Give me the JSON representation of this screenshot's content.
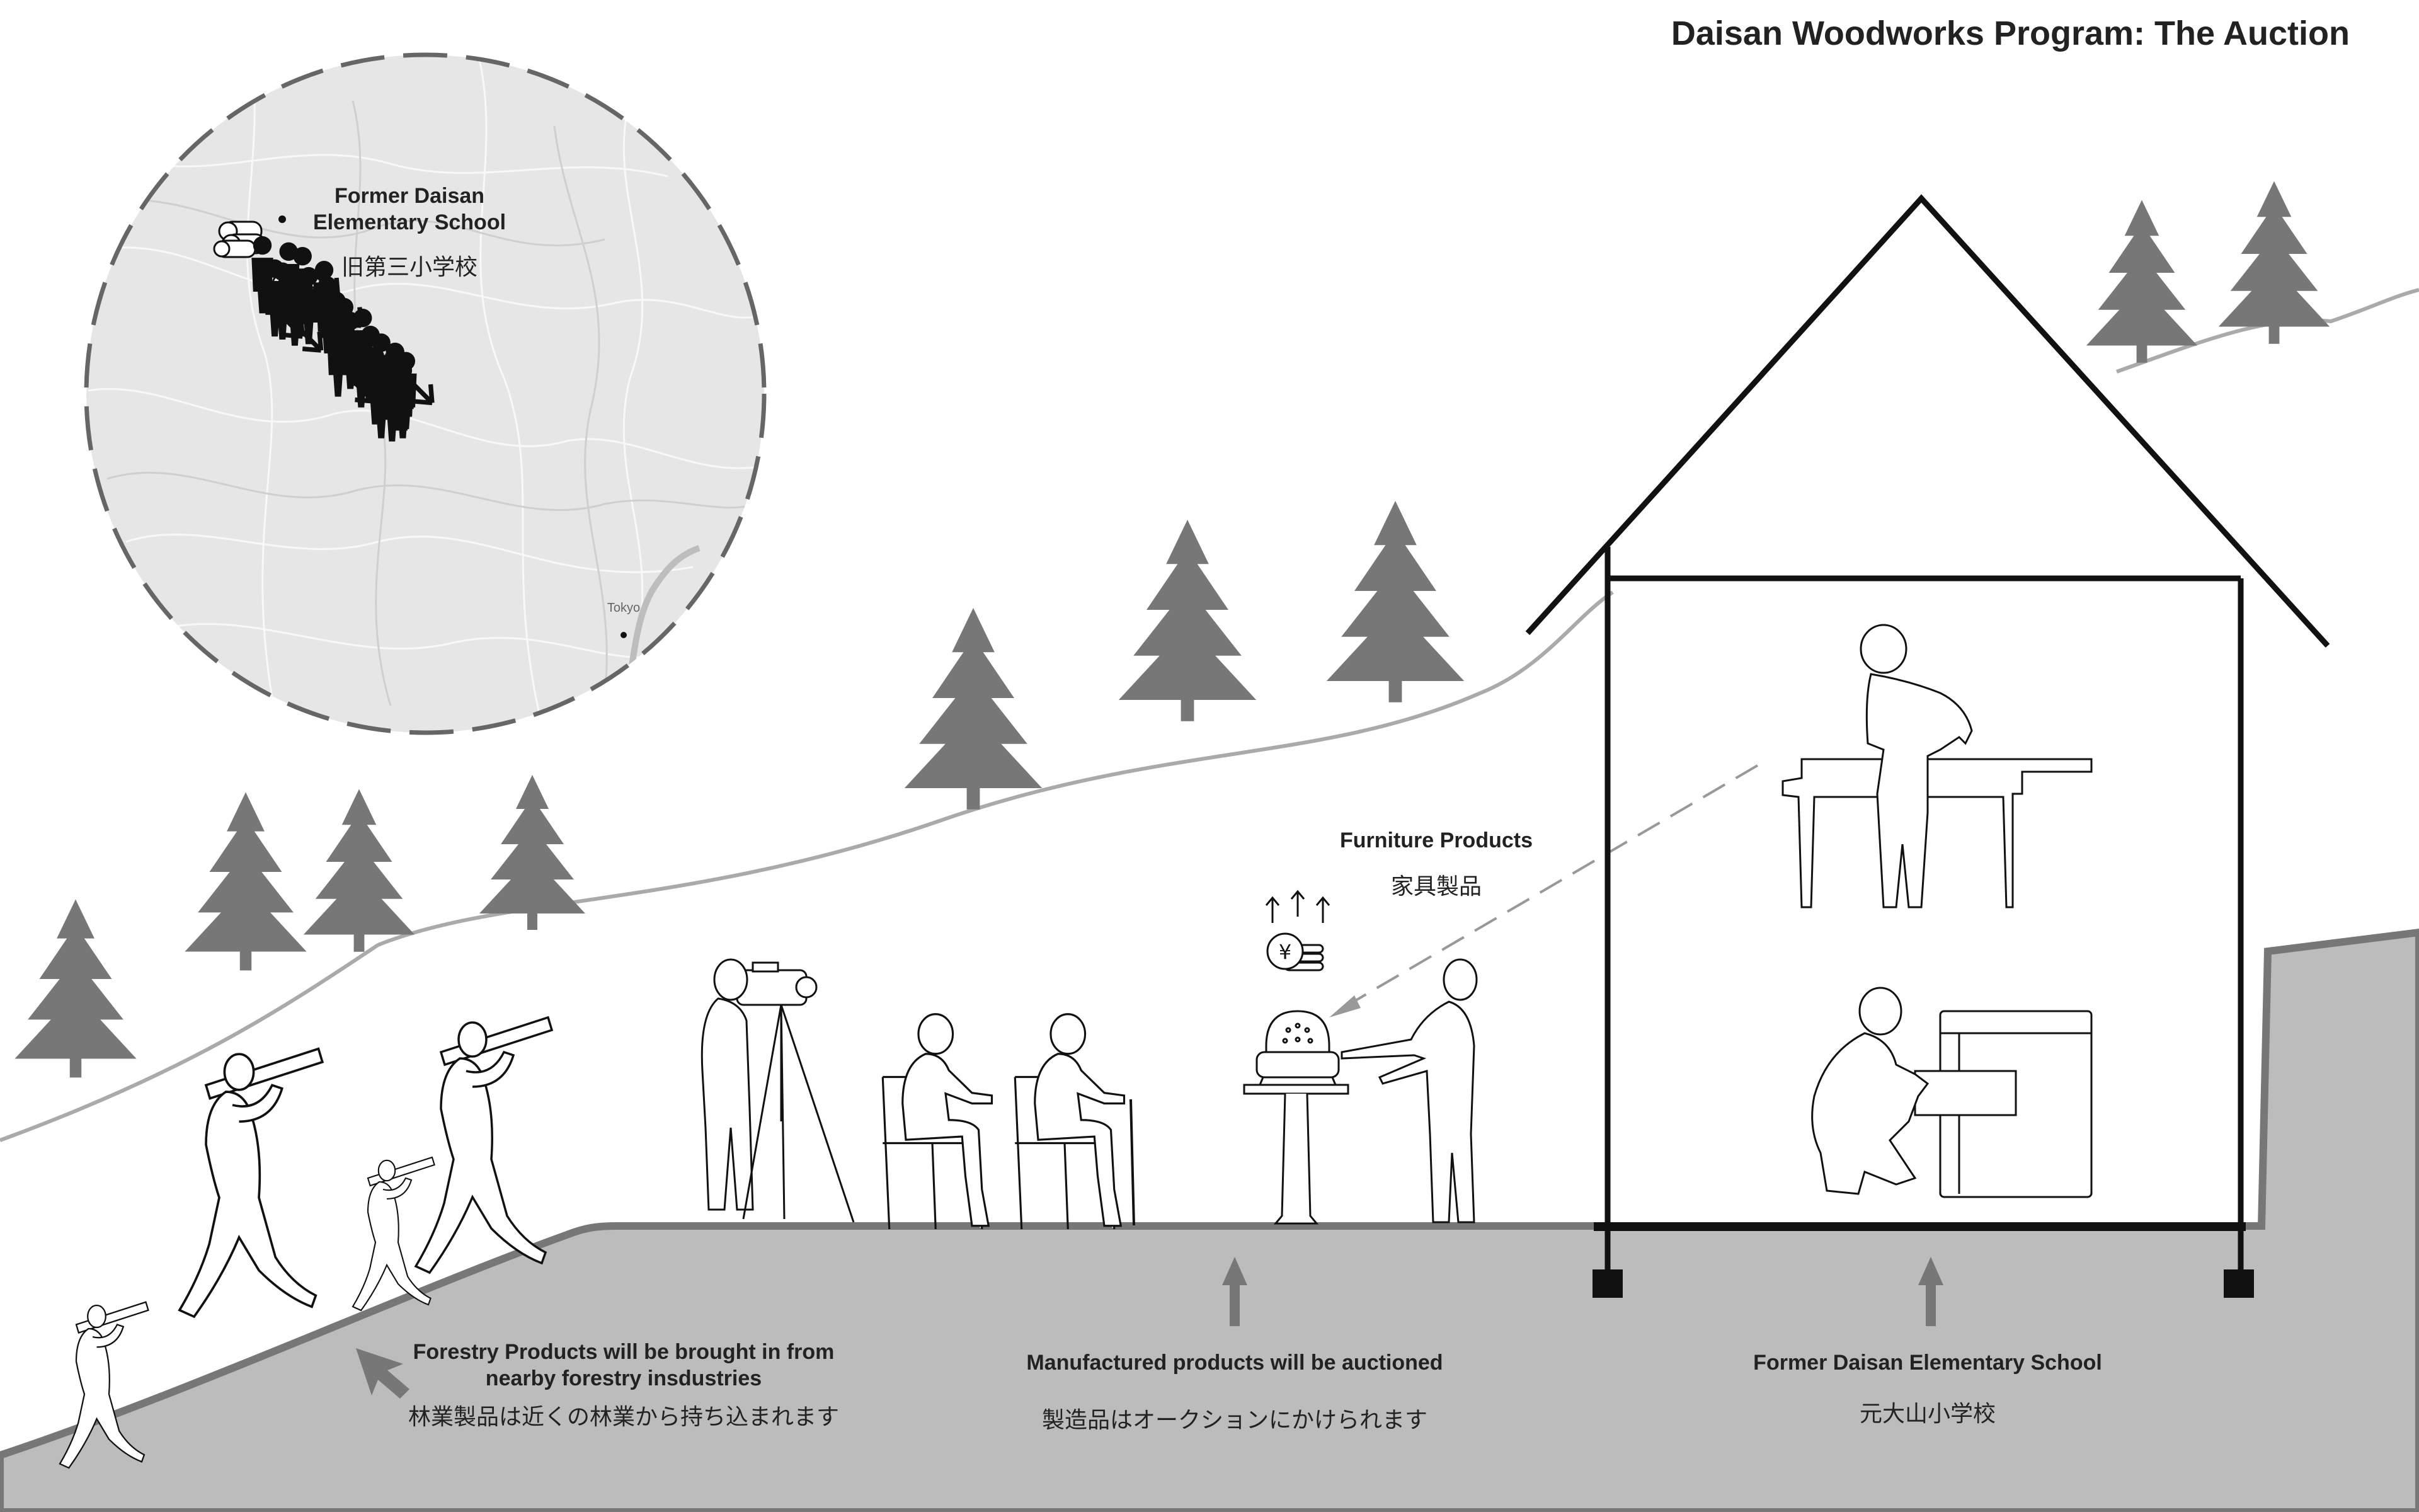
{
  "title": "Daisan Woodworks Program: The Auction",
  "map": {
    "school_en": "Former Daisan\nElementary School",
    "school_jp": "旧第三小学校",
    "city": "Tokyo"
  },
  "furniture": {
    "en": "Furniture Products",
    "jp": "家具製品"
  },
  "captions": [
    {
      "en": "Forestry Products will be brought in from\nnearby forestry insdustries",
      "jp": "林業製品は近くの林業から持ち込まれます"
    },
    {
      "en": "Manufactured products will be auctioned",
      "jp": "製造品はオークションにかけられます"
    },
    {
      "en": "Former Daisan Elementary School",
      "jp": "元大山小学校"
    }
  ],
  "colors": {
    "tree": "#777777",
    "ground": "#bcbcbc",
    "ground_edge": "#777777",
    "map_fill": "#e6e6e6",
    "outline": "#111111"
  },
  "icons": [
    "log-pile-icon",
    "person-icon",
    "arrow-icon",
    "yen-coin-icon",
    "armchair-icon",
    "video-camera-icon"
  ]
}
